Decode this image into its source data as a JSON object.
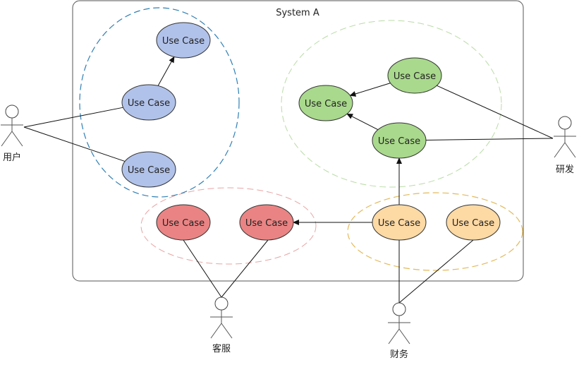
{
  "system": {
    "title": "System A"
  },
  "colors": {
    "blue_fill": "#b1c2ea",
    "blue_group": "#2f7fb5",
    "green_fill": "#a9d98c",
    "green_group": "#b9dca6",
    "red_fill": "#ea8484",
    "red_group": "#e8a4a4",
    "orange_fill": "#fdd9a4",
    "orange_group": "#e3b95a",
    "stroke": "#333333"
  },
  "groups": [
    {
      "id": "blue",
      "color_key": "blue_group"
    },
    {
      "id": "green",
      "color_key": "green_group"
    },
    {
      "id": "red",
      "color_key": "red_group"
    },
    {
      "id": "orange",
      "color_key": "orange_group"
    }
  ],
  "use_cases": [
    {
      "id": "b1",
      "label": "Use Case",
      "group": "blue"
    },
    {
      "id": "b2",
      "label": "Use Case",
      "group": "blue"
    },
    {
      "id": "b3",
      "label": "Use Case",
      "group": "blue"
    },
    {
      "id": "g1",
      "label": "Use Case",
      "group": "green"
    },
    {
      "id": "g2",
      "label": "Use Case",
      "group": "green"
    },
    {
      "id": "g3",
      "label": "Use Case",
      "group": "green"
    },
    {
      "id": "r1",
      "label": "Use Case",
      "group": "red"
    },
    {
      "id": "r2",
      "label": "Use Case",
      "group": "red"
    },
    {
      "id": "o1",
      "label": "Use Case",
      "group": "orange"
    },
    {
      "id": "o2",
      "label": "Use Case",
      "group": "orange"
    }
  ],
  "actors": [
    {
      "id": "user",
      "label": "用户"
    },
    {
      "id": "rd",
      "label": "研发"
    },
    {
      "id": "cs",
      "label": "客服"
    },
    {
      "id": "fin",
      "label": "财务"
    }
  ],
  "relations": [
    {
      "from": "user",
      "to": "b2",
      "type": "association"
    },
    {
      "from": "user",
      "to": "b3",
      "type": "association"
    },
    {
      "from": "b2",
      "to": "b1",
      "type": "arrow"
    },
    {
      "from": "g1",
      "to": "g2",
      "type": "arrow"
    },
    {
      "from": "g3",
      "to": "g2",
      "type": "arrow"
    },
    {
      "from": "rd",
      "to": "g1",
      "type": "association"
    },
    {
      "from": "rd",
      "to": "g3",
      "type": "association"
    },
    {
      "from": "o1",
      "to": "g3",
      "type": "arrow"
    },
    {
      "from": "o1",
      "to": "r2",
      "type": "arrow"
    },
    {
      "from": "cs",
      "to": "r1",
      "type": "association"
    },
    {
      "from": "cs",
      "to": "r2",
      "type": "association"
    },
    {
      "from": "fin",
      "to": "o1",
      "type": "association"
    },
    {
      "from": "fin",
      "to": "o2",
      "type": "association"
    }
  ]
}
